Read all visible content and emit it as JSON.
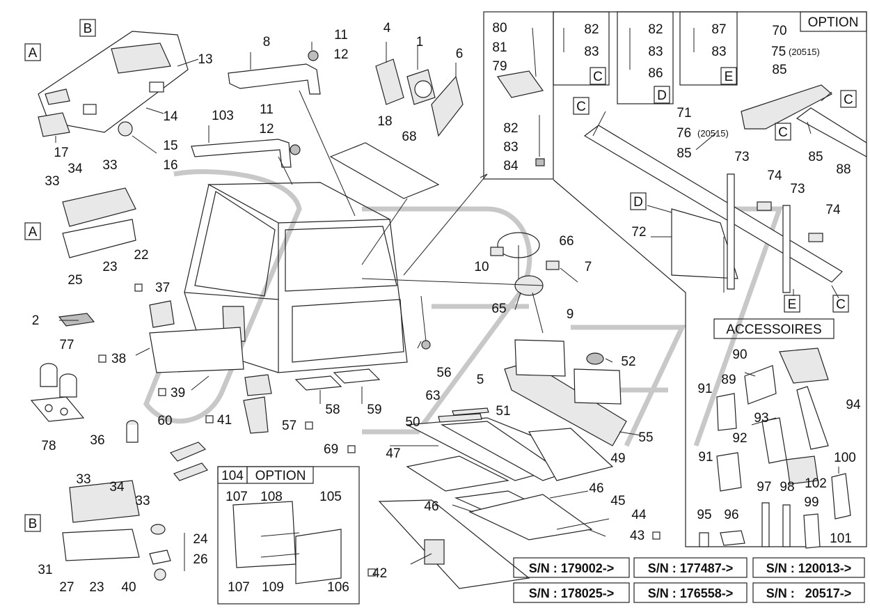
{
  "markers": {
    "A": "A",
    "B": "B",
    "C": "C",
    "D": "D",
    "E": "E"
  },
  "headings": {
    "option": "OPTION",
    "accessoires": "ACCESSOIRES"
  },
  "labels": {
    "n1": "1",
    "n2": "2",
    "n4": "4",
    "n5": "5",
    "n6": "6",
    "n7": "7",
    "n8": "8",
    "n9": "9",
    "n10": "10",
    "n11": "11",
    "n12": "12",
    "n13": "13",
    "n14": "14",
    "n15": "15",
    "n16": "16",
    "n17": "17",
    "n18": "18",
    "n22": "22",
    "n23": "23",
    "n24": "24",
    "n25": "25",
    "n26": "26",
    "n27": "27",
    "n31": "31",
    "n33": "33",
    "n34": "34",
    "n36": "36",
    "n37": "37",
    "n38": "38",
    "n39": "39",
    "n40": "40",
    "n41": "41",
    "n42": "42",
    "n43": "43",
    "n44": "44",
    "n45": "45",
    "n46": "46",
    "n47": "47",
    "n49": "49",
    "n50": "50",
    "n51": "51",
    "n52": "52",
    "n55": "55",
    "n56": "56",
    "n57": "57",
    "n58": "58",
    "n59": "59",
    "n60": "60",
    "n63": "63",
    "n65": "65",
    "n66": "66",
    "n68": "68",
    "n69": "69",
    "n70": "70",
    "n71": "71",
    "n72": "72",
    "n73": "73",
    "n74": "74",
    "n75": "75",
    "n75_sn": "(20515)",
    "n76": "76",
    "n76_sn": "(20515)",
    "n77": "77",
    "n78": "78",
    "n79": "79",
    "n80": "80",
    "n81": "81",
    "n82": "82",
    "n83": "83",
    "n84": "84",
    "n85": "85",
    "n86": "86",
    "n87": "87",
    "n88": "88",
    "n89": "89",
    "n90": "90",
    "n91": "91",
    "n92": "92",
    "n93": "93",
    "n94": "94",
    "n95": "95",
    "n96": "96",
    "n97": "97",
    "n98": "98",
    "n99": "99",
    "n100": "100",
    "n101": "101",
    "n102": "102",
    "n103": "103",
    "n104": "104",
    "n105": "105",
    "n106": "106",
    "n107": "107",
    "n108": "108",
    "n109": "109"
  },
  "serial_numbers": [
    "S/N : 179002->",
    "S/N : 177487->",
    "S/N : 120013->",
    "S/N : 178025->",
    "S/N : 176558->",
    "S/N :   20517->"
  ]
}
